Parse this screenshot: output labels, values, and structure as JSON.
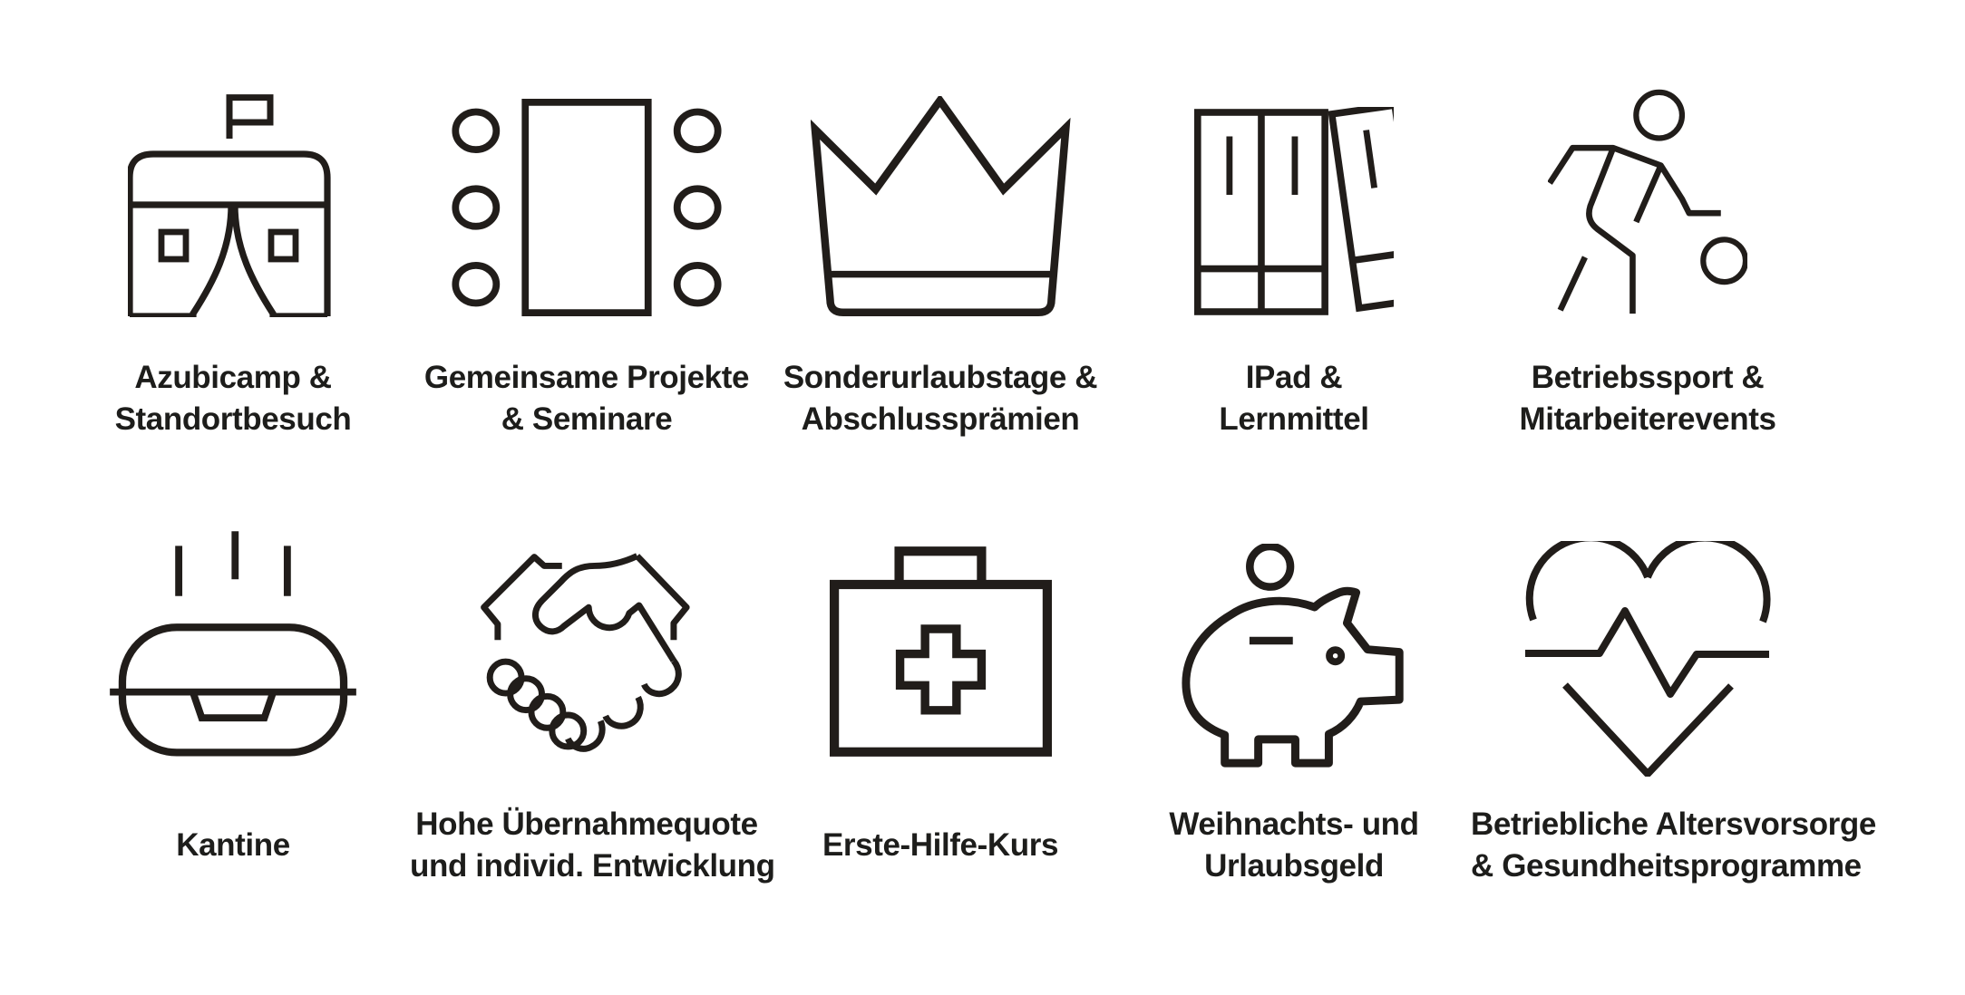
{
  "page": {
    "background_color": "#ffffff",
    "text_color": "#1d1d1b",
    "icon_stroke_color": "#211d1a",
    "description": "Employee benefits icon grid, 5 columns x 2 rows"
  },
  "benefits": [
    {
      "icon": "tent-flag-icon",
      "line1": "Azubicamp &",
      "line2": "Standortbesuch"
    },
    {
      "icon": "meeting-table-icon",
      "line1": "Gemeinsame Projekte",
      "line2": "& Seminare"
    },
    {
      "icon": "crown-icon",
      "line1": "Sonderurlaubstage &",
      "line2": "Abschlussprämien"
    },
    {
      "icon": "binders-icon",
      "line1": "IPad &",
      "line2": "Lernmittel"
    },
    {
      "icon": "sports-player-icon",
      "line1": "Betriebssport &",
      "line2": "Mitarbeiterevents"
    },
    {
      "icon": "lunchbox-icon",
      "line1": "Kantine",
      "line2": ""
    },
    {
      "icon": "handshake-icon",
      "line1": "Hohe Übernahmequote",
      "line2": "und individ. Entwicklung"
    },
    {
      "icon": "first-aid-kit-icon",
      "line1": "Erste-Hilfe-Kurs",
      "line2": ""
    },
    {
      "icon": "piggy-bank-icon",
      "line1": "Weihnachts- und",
      "line2": "Urlaubsgeld"
    },
    {
      "icon": "heart-pulse-icon",
      "line1": "Betriebliche Altersvorsorge",
      "line2": "& Gesundheitsprogramme"
    }
  ]
}
